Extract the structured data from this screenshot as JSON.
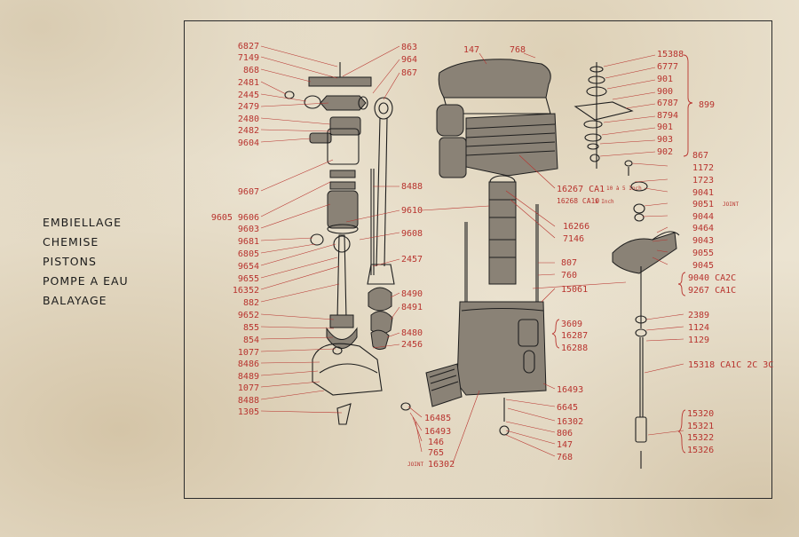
{
  "sections": [
    "EMBIELLAGE",
    "CHEMISE",
    "PISTONS",
    "POMPE A EAU",
    "BALAYAGE"
  ],
  "colors": {
    "paper": "#ebe3d1",
    "ink": "#1e1e1e",
    "label": "#b8332e"
  },
  "labels": {
    "l6827": "6827",
    "l7149": "7149",
    "l868": "868",
    "l2481": "2481",
    "l2445": "2445",
    "l2479": "2479",
    "l2480": "2480",
    "l2482": "2482",
    "l9604": "9604",
    "l9607": "9607",
    "l9605_9606": "9605 9606",
    "l9603": "9603",
    "l9681": "9681",
    "l6805": "6805",
    "l9654": "9654",
    "l9655": "9655",
    "l16352": "16352",
    "l882": "882",
    "l9652": "9652",
    "l855": "855",
    "l854": "854",
    "l1077a": "1077",
    "l8486a": "8486",
    "l8489": "8489",
    "l1077b": "1077",
    "l8488": "8488",
    "l1305": "1305",
    "l863": "863",
    "l964": "964",
    "l867a": "867",
    "l8488b": "8488",
    "l9610": "9610",
    "l9608": "9608",
    "l2457": "2457",
    "l8490": "8490",
    "l8491": "8491",
    "l8480": "8480",
    "l2456": "2456",
    "l147a": "147",
    "l768a": "768",
    "l16267": "16267 CA1",
    "l16267n": "10 à 5 Inch",
    "l16268": "16268 CA10",
    "l16268n": "5 Inch",
    "l16266": "16266",
    "l7146": "7146",
    "l807": "807",
    "l760": "760",
    "l15061": "15061",
    "l3609": "3609",
    "l16287": "16287",
    "l16288": "16288",
    "l16493a": "16493",
    "l6645": "6645",
    "l16302a": "16302",
    "l806": "806",
    "l147b": "147",
    "l768b": "768",
    "l16485": "16485",
    "l16493b": "16493",
    "l146": "146",
    "l765": "765",
    "l16302b": "16302",
    "joint1": "JOINT",
    "l15388": "15388",
    "l6777": "6777",
    "l901a": "901",
    "l900": "900",
    "l6787": "6787",
    "l8794": "8794",
    "l901b": "901",
    "l903": "903",
    "l902": "902",
    "l899": "899",
    "l867b": "867",
    "l1172": "1172",
    "l1723": "1723",
    "l9041": "9041",
    "l9051": "9051",
    "joint2": "JOINT",
    "l9044": "9044",
    "l9464": "9464",
    "l9043": "9043",
    "l9055": "9055",
    "l9045": "9045",
    "l9040": "9040 CA2C",
    "l9267": "9267 CA1C",
    "l2389": "2389",
    "l1124": "1124",
    "l1129": "1129",
    "l15318": "15318 CA1C 2C 3C",
    "l15320": "15320",
    "l15321": "15321",
    "l15322": "15322",
    "l15326": "15326"
  }
}
